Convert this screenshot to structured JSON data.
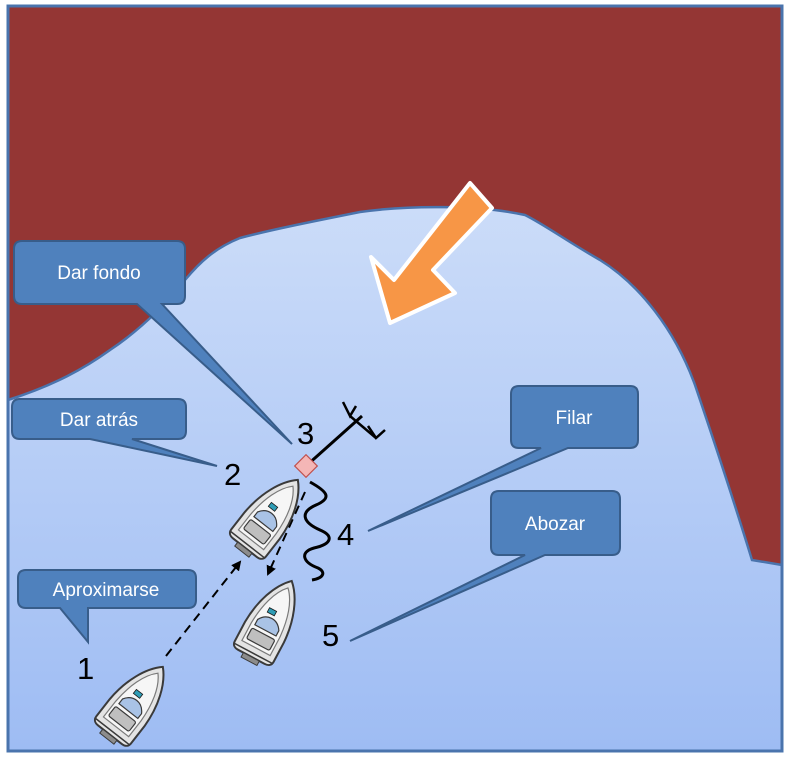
{
  "colors": {
    "land": "#943634",
    "water_top": "#dce8fb",
    "water_bottom": "#9ebcf3",
    "border": "#4a74ad",
    "callout_fill": "#4f81bd",
    "callout_stroke": "#385d8a",
    "wind_arrow": "#f79646",
    "anchor_marker": "#f4b6b6",
    "line": "#000000"
  },
  "icons": {
    "wind": "wind-direction-arrow-icon",
    "anchor": "anchor-icon",
    "boat": "motorboat-icon"
  },
  "callouts": {
    "dar_fondo": "Dar fondo",
    "dar_atras": "Dar atrás",
    "aproximarse": "Aproximarse",
    "filar": "Filar",
    "abozar": "Abozar"
  },
  "steps": {
    "one": "1",
    "two": "2",
    "three": "3",
    "four": "4",
    "five": "5"
  }
}
